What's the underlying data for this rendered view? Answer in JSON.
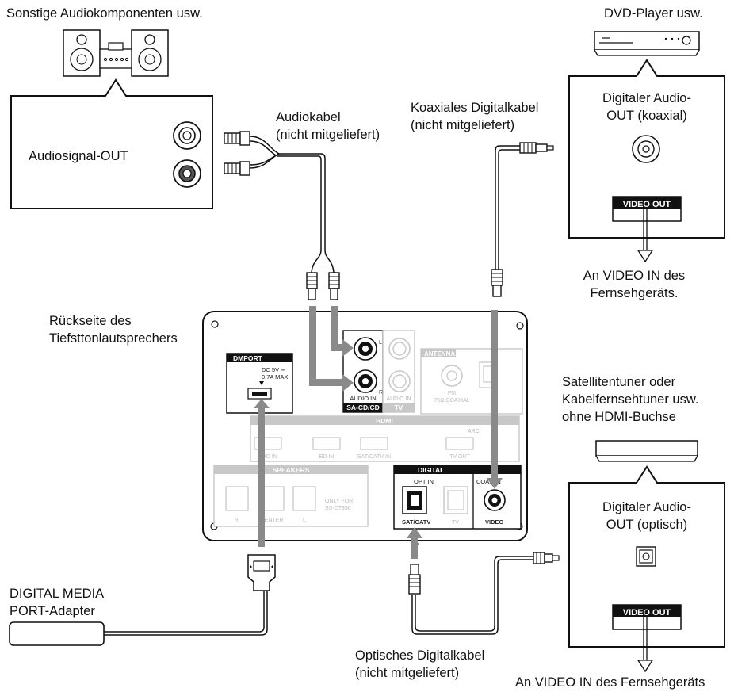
{
  "labels": {
    "audio_component": "Sonstige Audiokomponenten usw.",
    "audio_signal_out": "Audiosignal-OUT",
    "audio_cable_1": "Audiokabel",
    "audio_cable_2": "(nicht mitgeliefert)",
    "coax_cable_1": "Koaxiales Digitalkabel",
    "coax_cable_2": "(nicht mitgeliefert)",
    "dvd_player": "DVD-Player usw.",
    "digital_audio_coax_1": "Digitaler Audio-",
    "digital_audio_coax_2": "OUT (koaxial)",
    "video_out_top": "VIDEO OUT",
    "to_video_in_top_1": "An VIDEO IN des",
    "to_video_in_top_2": "Fernsehgeräts.",
    "rear_subwoofer_1": "Rückseite des",
    "rear_subwoofer_2": "Tiefsttonlautsprechers",
    "sat_tuner_1": "Satellitentuner oder",
    "sat_tuner_2": "Kabelfernsehtuner usw.",
    "sat_tuner_3": "ohne HDMI-Buchse",
    "digital_audio_opt_1": "Digitaler Audio-",
    "digital_audio_opt_2": "OUT (optisch)",
    "video_out_bottom": "VIDEO OUT",
    "dmport_adapter_1": "DIGITAL MEDIA",
    "dmport_adapter_2": "PORT-Adapter",
    "optical_cable_1": "Optisches Digitalkabel",
    "optical_cable_2": "(nicht mitgeliefert)",
    "to_video_in_bottom": "An VIDEO IN des Fernsehgeräts"
  },
  "panel": {
    "dmport": "DMPORT",
    "dc": "DC 5V ⎓",
    "dc_amp": "0.7A MAX",
    "audio_in": "AUDIO IN",
    "audio_in_tv": "AUDIO IN",
    "sa_cd": "SA-CD/CD",
    "tv": "TV",
    "antenna": "ANTENNA",
    "fm": "FM",
    "fm_coax": "75Ω COAXIAL",
    "hdmi": "HDMI",
    "dvd_in": "DVD IN",
    "bd_in": "BD IN",
    "sat_catv_in": "SAT/CATV IN",
    "tv_out": "TV OUT",
    "arc": "ARC",
    "speakers": "SPEAKERS",
    "sp_r": "R",
    "sp_center": "CENTER",
    "sp_l": "L",
    "only_for_1": "ONLY FOR",
    "only_for_2": "SS-CT350",
    "digital": "DIGITAL",
    "opt_in": "OPT IN",
    "coax_in": "COAX IN",
    "sat_catv": "SAT/CATV",
    "tv2": "TV",
    "video": "VIDEO",
    "ch_l": "L",
    "ch_r": "R"
  },
  "colors": {
    "line": "#111111",
    "arrow_gray": "#8a8a8a",
    "panel_faded": "#c8c8c8",
    "label_bar": "#111111"
  }
}
